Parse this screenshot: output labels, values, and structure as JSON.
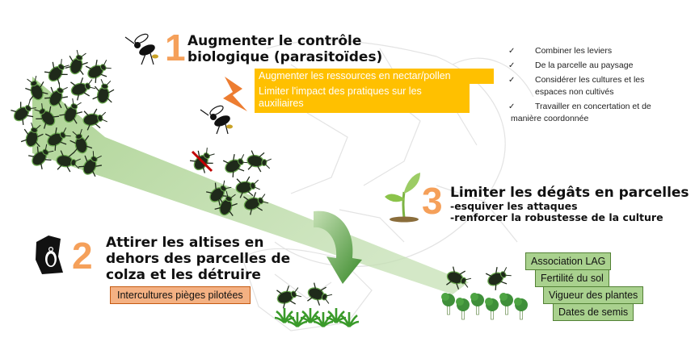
{
  "levers": {
    "biocontrol": {
      "number": "1",
      "title_line1": "Augmenter le contrôle",
      "title_line2": "biologique (parasitoïdes)",
      "actions": [
        "Augmenter les ressources en nectar/pollen",
        "Limiter l'impact des pratiques sur les",
        "auxiliaires"
      ]
    },
    "trap": {
      "number": "2",
      "title_lines": [
        "Attirer les altises en",
        "dehors des parcelles de",
        "colza et les détruire"
      ],
      "action": "Intercultures pièges pilotées"
    },
    "damage": {
      "number": "3",
      "title": "Limiter les dégâts en parcelles",
      "sub_lines": [
        "-esquiver les attaques",
        "-renforcer la robustesse de la culture"
      ],
      "actions": [
        "Association LAG",
        "Fertilité du sol",
        "Vigueur des plantes",
        "Dates de semis"
      ]
    }
  },
  "principles": {
    "tick": "✓",
    "items": [
      [
        "Combiner les leviers"
      ],
      [
        "De la parcelle au paysage"
      ],
      [
        "Considérer les cultures et les",
        "espaces non cultivés"
      ],
      [
        "Travailler en concertation et de",
        "manière coordonnée"
      ]
    ]
  },
  "colors": {
    "accent_number": "#f5a05a",
    "orange_box": "#ffc000",
    "green_box": "#a9d18e",
    "green_border": "#538135",
    "salmon_box": "#f4b183",
    "beam": "#92c36b"
  },
  "icons": {
    "beetle": "flea-beetle-icon",
    "wasp": "parasitoid-wasp-icon",
    "lightning": "lightning-icon",
    "sprout": "sprout-icon",
    "crossed_beetle": "crossed-beetle-icon",
    "trees": "trees-icon",
    "trap_crop": "trap-crop-icon",
    "weevil": "weevil-silhouette-icon",
    "arrow": "curved-arrow-icon"
  }
}
